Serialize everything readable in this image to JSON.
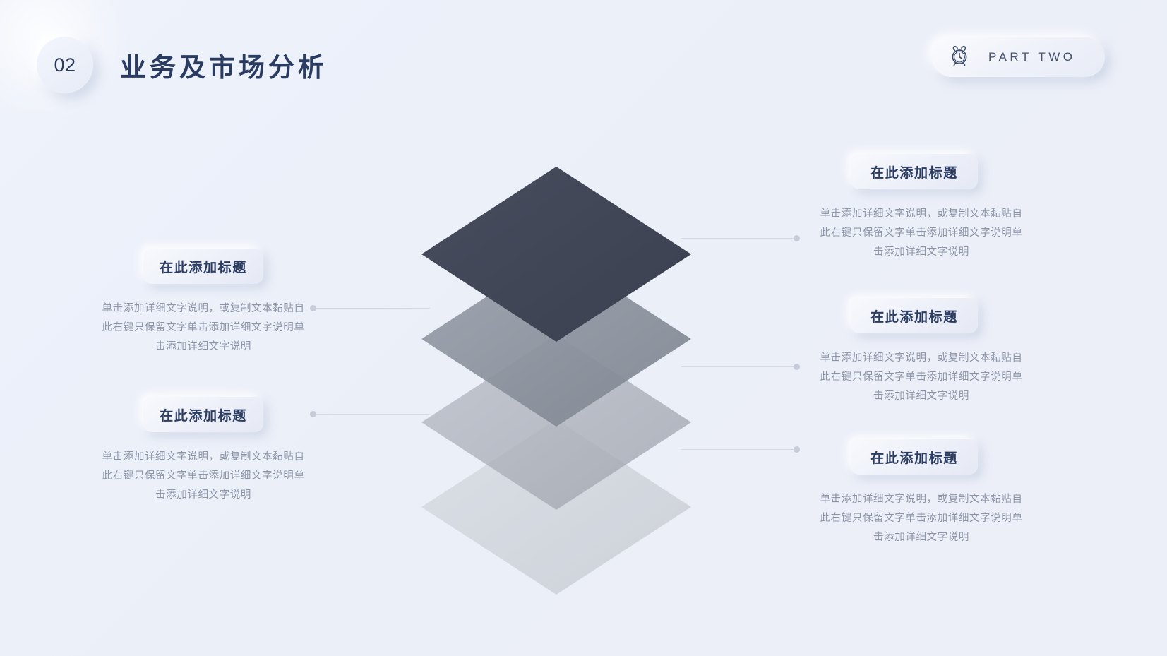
{
  "theme": {
    "background": "#edf1fa",
    "title_color": "#2b3c63",
    "body_color": "#8d95a8",
    "connector_color": "#d4d9e4"
  },
  "header": {
    "number": "02",
    "title": "业务及市场分析"
  },
  "part_badge": {
    "icon": "alarm-clock-icon",
    "label": "PART TWO"
  },
  "diagram": {
    "type": "stacked-layers",
    "layer_count": 4,
    "shape": "diamond",
    "layers": [
      {
        "name": "layer-1-top",
        "color": "#3f4453",
        "opacity": 1.0
      },
      {
        "name": "layer-2",
        "color": "#8b9199",
        "opacity": 0.93
      },
      {
        "name": "layer-3",
        "color": "#acb1ba",
        "opacity": 0.8
      },
      {
        "name": "layer-4-bottom",
        "color": "#c9ced5",
        "opacity": 0.68
      }
    ]
  },
  "info_blocks": [
    {
      "id": "left-upper",
      "title": "在此添加标题",
      "body": "单击添加详细文字说明，或复制文本黏贴自此右键只保留文字单击添加详细文字说明单击添加详细文字说明"
    },
    {
      "id": "left-lower",
      "title": "在此添加标题",
      "body": "单击添加详细文字说明，或复制文本黏贴自此右键只保留文字单击添加详细文字说明单击添加详细文字说明"
    },
    {
      "id": "right-upper",
      "title": "在此添加标题",
      "body": "单击添加详细文字说明，或复制文本黏贴自此右键只保留文字单击添加详细文字说明单击添加详细文字说明"
    },
    {
      "id": "right-middle",
      "title": "在此添加标题",
      "body": "单击添加详细文字说明，或复制文本黏贴自此右键只保留文字单击添加详细文字说明单击添加详细文字说明"
    },
    {
      "id": "right-lower",
      "title": "在此添加标题",
      "body": "单击添加详细文字说明，或复制文本黏贴自此右键只保留文字单击添加详细文字说明单击添加详细文字说明"
    }
  ]
}
